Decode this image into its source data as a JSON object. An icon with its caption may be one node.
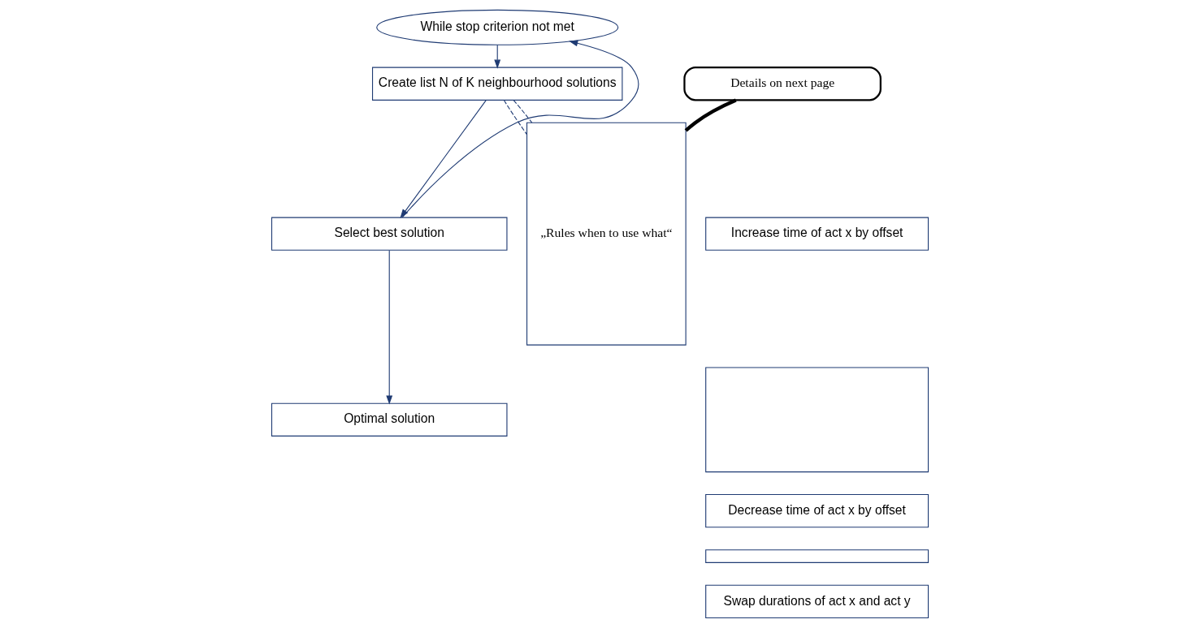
{
  "diagram": {
    "nodes": [
      {
        "text": [
          "While stop criterion not met"
        ]
      },
      {
        "text": [
          "Create list N of K neighbourhood solutions"
        ]
      },
      {
        "text": [
          "Select best solution"
        ]
      },
      {
        "text": [
          "Optimal solution"
        ]
      },
      {
        "text": [
          "„Rules when to use what“"
        ]
      },
      {
        "text": [
          "Increase time of act x by offset"
        ]
      },
      {
        "text": [],
        "shape": "box"
      },
      {
        "text": [
          "Decrease time of act x by offset"
        ]
      },
      {
        "text": [],
        "shape": "box"
      },
      {
        "text": [
          "Swap durations of act x and act y"
        ]
      },
      {
        "text": [
          "Details on next page"
        ]
      }
    ],
    "edges": [
      {
        "from": 0,
        "to": 1,
        "arrow": "to"
      },
      {
        "from": 1,
        "to": 2,
        "arrow": "to"
      },
      {
        "from": 2,
        "to": 0,
        "arrow": "to"
      },
      {
        "from": 2,
        "to": 3,
        "arrow": "to"
      },
      {
        "from": 1,
        "to": 4,
        "arrow": "none",
        "style": "dashed"
      },
      {
        "from": 1,
        "to": 4,
        "arrow": "none",
        "style": "dashed"
      },
      {
        "from": 10,
        "to": 4,
        "arrow": "none",
        "style": "thick",
        "color": "#000000"
      }
    ]
  }
}
